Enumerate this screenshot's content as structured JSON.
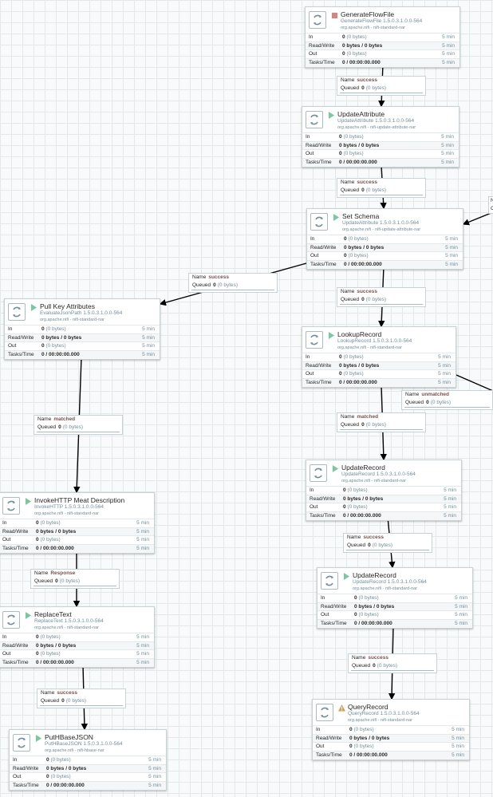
{
  "stat_labels": {
    "in": "In",
    "rw": "Read/Write",
    "out": "Out",
    "tasks": "Tasks/Time"
  },
  "conn_labels": {
    "name": "Name",
    "queued": "Queued"
  },
  "processors": {
    "generate_flowfile": {
      "name": "GenerateFlowFile",
      "type": "GenerateFlowFile 1.5.0.3.1.0.0-564",
      "bundle": "org.apache.nifi - nifi-standard-nar",
      "status": "stopped",
      "in_count": "0",
      "in_bytes": "(0 bytes)",
      "rw": "0 bytes / 0 bytes",
      "out_count": "0",
      "out_bytes": "(0 bytes)",
      "tasks": "0 / 00:00:00.000",
      "window": "5 min"
    },
    "update_attribute": {
      "name": "UpdateAttribute",
      "type": "UpdateAttribute 1.5.0.3.1.0.0-564",
      "bundle": "org.apache.nifi - nifi-update-attribute-nar",
      "status": "running",
      "in_count": "0",
      "in_bytes": "(0 bytes)",
      "rw": "0 bytes / 0 bytes",
      "out_count": "0",
      "out_bytes": "(0 bytes)",
      "tasks": "0 / 00:00:00.000",
      "window": "5 min"
    },
    "set_schema": {
      "name": "Set Schema",
      "type": "UpdateAttribute 1.5.0.3.1.0.0-564",
      "bundle": "org.apache.nifi - nifi-update-attribute-nar",
      "status": "running",
      "in_count": "0",
      "in_bytes": "(0 bytes)",
      "rw": "0 bytes / 0 bytes",
      "out_count": "0",
      "out_bytes": "(0 bytes)",
      "tasks": "0 / 00:00:00.000",
      "window": "5 min"
    },
    "pull_key_attributes": {
      "name": "Pull Key Attributes",
      "type": "EvaluateJsonPath 1.5.0.3.1.0.0-564",
      "bundle": "org.apache.nifi - nifi-standard-nar",
      "status": "running",
      "in_count": "0",
      "in_bytes": "(0 bytes)",
      "rw": "0 bytes / 0 bytes",
      "out_count": "0",
      "out_bytes": "(0 bytes)",
      "tasks": "0 / 00:00:00.000",
      "window": "5 min"
    },
    "lookup_record": {
      "name": "LookupRecord",
      "type": "LookupRecord 1.5.0.3.1.0.0-564",
      "bundle": "org.apache.nifi - nifi-standard-nar",
      "status": "running",
      "in_count": "0",
      "in_bytes": "(0 bytes)",
      "rw": "0 bytes / 0 bytes",
      "out_count": "0",
      "out_bytes": "(0 bytes)",
      "tasks": "0 / 00:00:00.000",
      "window": "5 min"
    },
    "invoke_http": {
      "name": "InvokeHTTP Meat Description",
      "type": "InvokeHTTP 1.5.0.3.1.0.0-564",
      "bundle": "org.apache.nifi - nifi-standard-nar",
      "status": "running",
      "in_count": "0",
      "in_bytes": "(0 bytes)",
      "rw": "0 bytes / 0 bytes",
      "out_count": "0",
      "out_bytes": "(0 bytes)",
      "tasks": "0 / 00:00:00.000",
      "window": "5 min"
    },
    "update_record_1": {
      "name": "UpdateRecord",
      "type": "UpdateRecord 1.5.0.3.1.0.0-564",
      "bundle": "org.apache.nifi - nifi-standard-nar",
      "status": "running",
      "in_count": "0",
      "in_bytes": "(0 bytes)",
      "rw": "0 bytes / 0 bytes",
      "out_count": "0",
      "out_bytes": "(0 bytes)",
      "tasks": "0 / 00:00:00.000",
      "window": "5 min"
    },
    "update_record_2": {
      "name": "UpdateRecord",
      "type": "UpdateRecord 1.5.0.3.1.0.0-564",
      "bundle": "org.apache.nifi - nifi-standard-nar",
      "status": "running",
      "in_count": "0",
      "in_bytes": "(0 bytes)",
      "rw": "0 bytes / 0 bytes",
      "out_count": "0",
      "out_bytes": "(0 bytes)",
      "tasks": "0 / 00:00:00.000",
      "window": "5 min"
    },
    "replace_text": {
      "name": "ReplaceText",
      "type": "ReplaceText 1.5.0.3.1.0.0-564",
      "bundle": "org.apache.nifi - nifi-standard-nar",
      "status": "running",
      "in_count": "0",
      "in_bytes": "(0 bytes)",
      "rw": "0 bytes / 0 bytes",
      "out_count": "0",
      "out_bytes": "(0 bytes)",
      "tasks": "0 / 00:00:00.000",
      "window": "5 min"
    },
    "query_record": {
      "name": "QueryRecord",
      "type": "QueryRecord 1.5.0.3.1.0.0-564",
      "bundle": "org.apache.nifi - nifi-standard-nar",
      "status": "invalid",
      "in_count": "0",
      "in_bytes": "(0 bytes)",
      "rw": "0 bytes / 0 bytes",
      "out_count": "0",
      "out_bytes": "(0 bytes)",
      "tasks": "0 / 00:00:00.000",
      "window": "5 min"
    },
    "put_hbase_json": {
      "name": "PutHBaseJSON",
      "type": "PutHBaseJSON 1.5.0.3.1.0.0-564",
      "bundle": "org.apache.nifi - nifi-hbase-nar",
      "status": "running",
      "in_count": "0",
      "in_bytes": "(0 bytes)",
      "rw": "0 bytes / 0 bytes",
      "out_count": "0",
      "out_bytes": "(0 bytes)",
      "tasks": "0 / 00:00:00.000",
      "window": "5 min"
    }
  },
  "connections": {
    "c1": {
      "name": "success",
      "queued": "0",
      "queued_bytes": "(0 bytes)"
    },
    "c2": {
      "name": "success",
      "queued": "0",
      "queued_bytes": "(0 bytes)"
    },
    "c3": {
      "name": "success",
      "queued": "0",
      "queued_bytes": "(0 bytes)"
    },
    "c4": {
      "name": "success",
      "queued": "0",
      "queued_bytes": "(0 bytes)"
    },
    "c5": {
      "name": "matched",
      "queued": "0",
      "queued_bytes": "(0 bytes)"
    },
    "c6": {
      "name": "unmatched",
      "queued": "0",
      "queued_bytes": "(0 bytes)"
    },
    "c7": {
      "name": "matched",
      "queued": "0",
      "queued_bytes": "(0 bytes)"
    },
    "c8": {
      "name": "Response",
      "queued": "0",
      "queued_bytes": "(0 bytes)"
    },
    "c9": {
      "name": "success",
      "queued": "0",
      "queued_bytes": "(0 bytes)"
    },
    "c10": {
      "name": "success",
      "queued": "0",
      "queued_bytes": "(0 bytes)"
    },
    "c11": {
      "name": "success",
      "queued": "0",
      "queued_bytes": "(0 bytes)"
    }
  },
  "edge_fragment": {
    "line1": "N",
    "line2": "C"
  },
  "colors": {
    "running": "#7dc7a0",
    "stopped": "#d18686",
    "invalid": "#cf9f5d",
    "relationship": "#775351",
    "secondary": "#728e9b",
    "edge": "#000000"
  },
  "icons": {
    "processor": "processor-icon",
    "run": "play-icon",
    "stop": "stop-icon",
    "warn": "warning-icon"
  }
}
